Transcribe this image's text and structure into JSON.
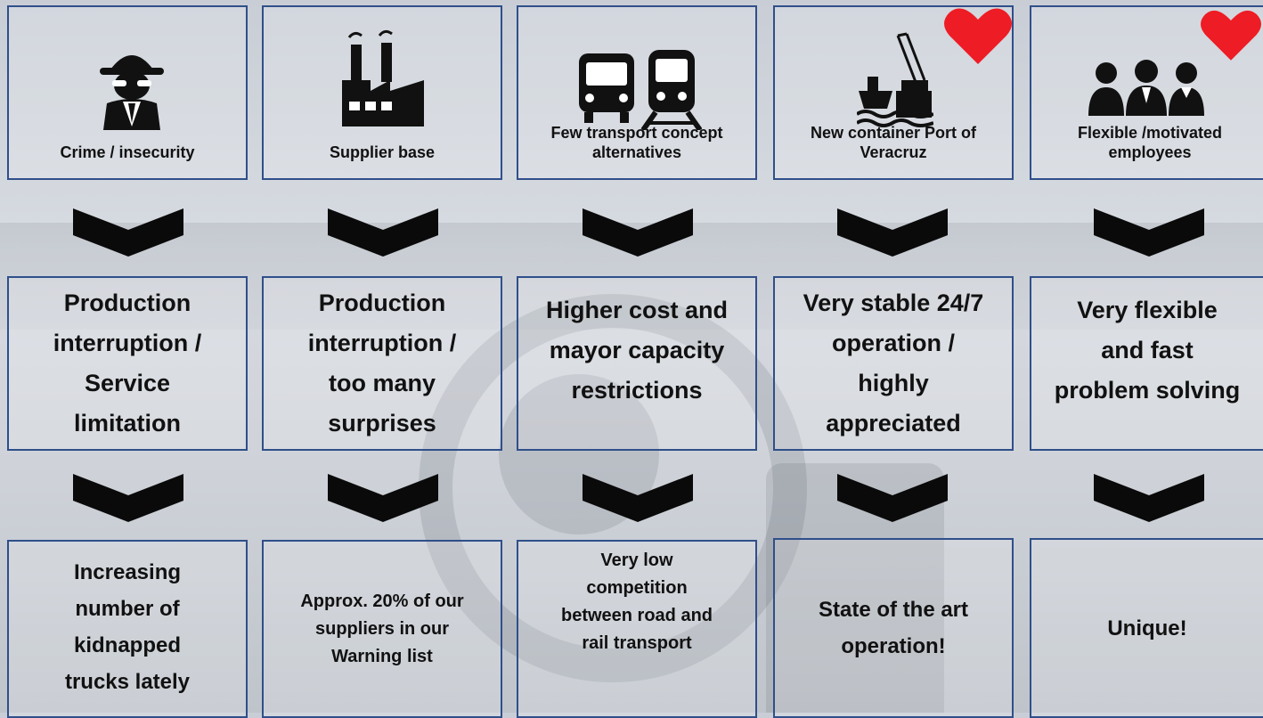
{
  "columns": [
    {
      "top": "Crime / insecurity",
      "top_icon": "spy-icon",
      "middle": [
        "Production",
        "interruption /",
        "Service",
        "limitation"
      ],
      "bottom": [
        "Increasing",
        "number of",
        "kidnapped",
        "trucks lately"
      ],
      "favorite": false
    },
    {
      "top": "Supplier base",
      "top_icon": "factory-icon",
      "middle": [
        "Production",
        "interruption /",
        "too many",
        "surprises"
      ],
      "bottom": [
        "Approx. 20% of our",
        "suppliers in our",
        "Warning list"
      ],
      "favorite": false
    },
    {
      "top": "Few transport concept alternatives",
      "top_icon": "bus-train-icon",
      "middle": [
        "Higher cost and",
        "mayor capacity",
        "restrictions"
      ],
      "bottom": [
        "Very low",
        "competition",
        "between road and",
        "rail transport"
      ],
      "favorite": false
    },
    {
      "top": "New container Port of Veracruz",
      "top_icon": "port-crane-ship-icon",
      "middle": [
        "Very stable 24/7",
        "operation /",
        "highly",
        "appreciated"
      ],
      "bottom": [
        "State of the art",
        "operation!"
      ],
      "favorite": true
    },
    {
      "top": "Flexible /motivated employees",
      "top_icon": "team-people-icon",
      "middle": [
        "Very flexible",
        "and fast",
        "problem solving"
      ],
      "bottom": [
        "Unique!"
      ],
      "favorite": true
    }
  ],
  "colors": {
    "border": "#2f4f8a",
    "heart": "#ee1c25",
    "arrow": "#0a0a0a"
  }
}
